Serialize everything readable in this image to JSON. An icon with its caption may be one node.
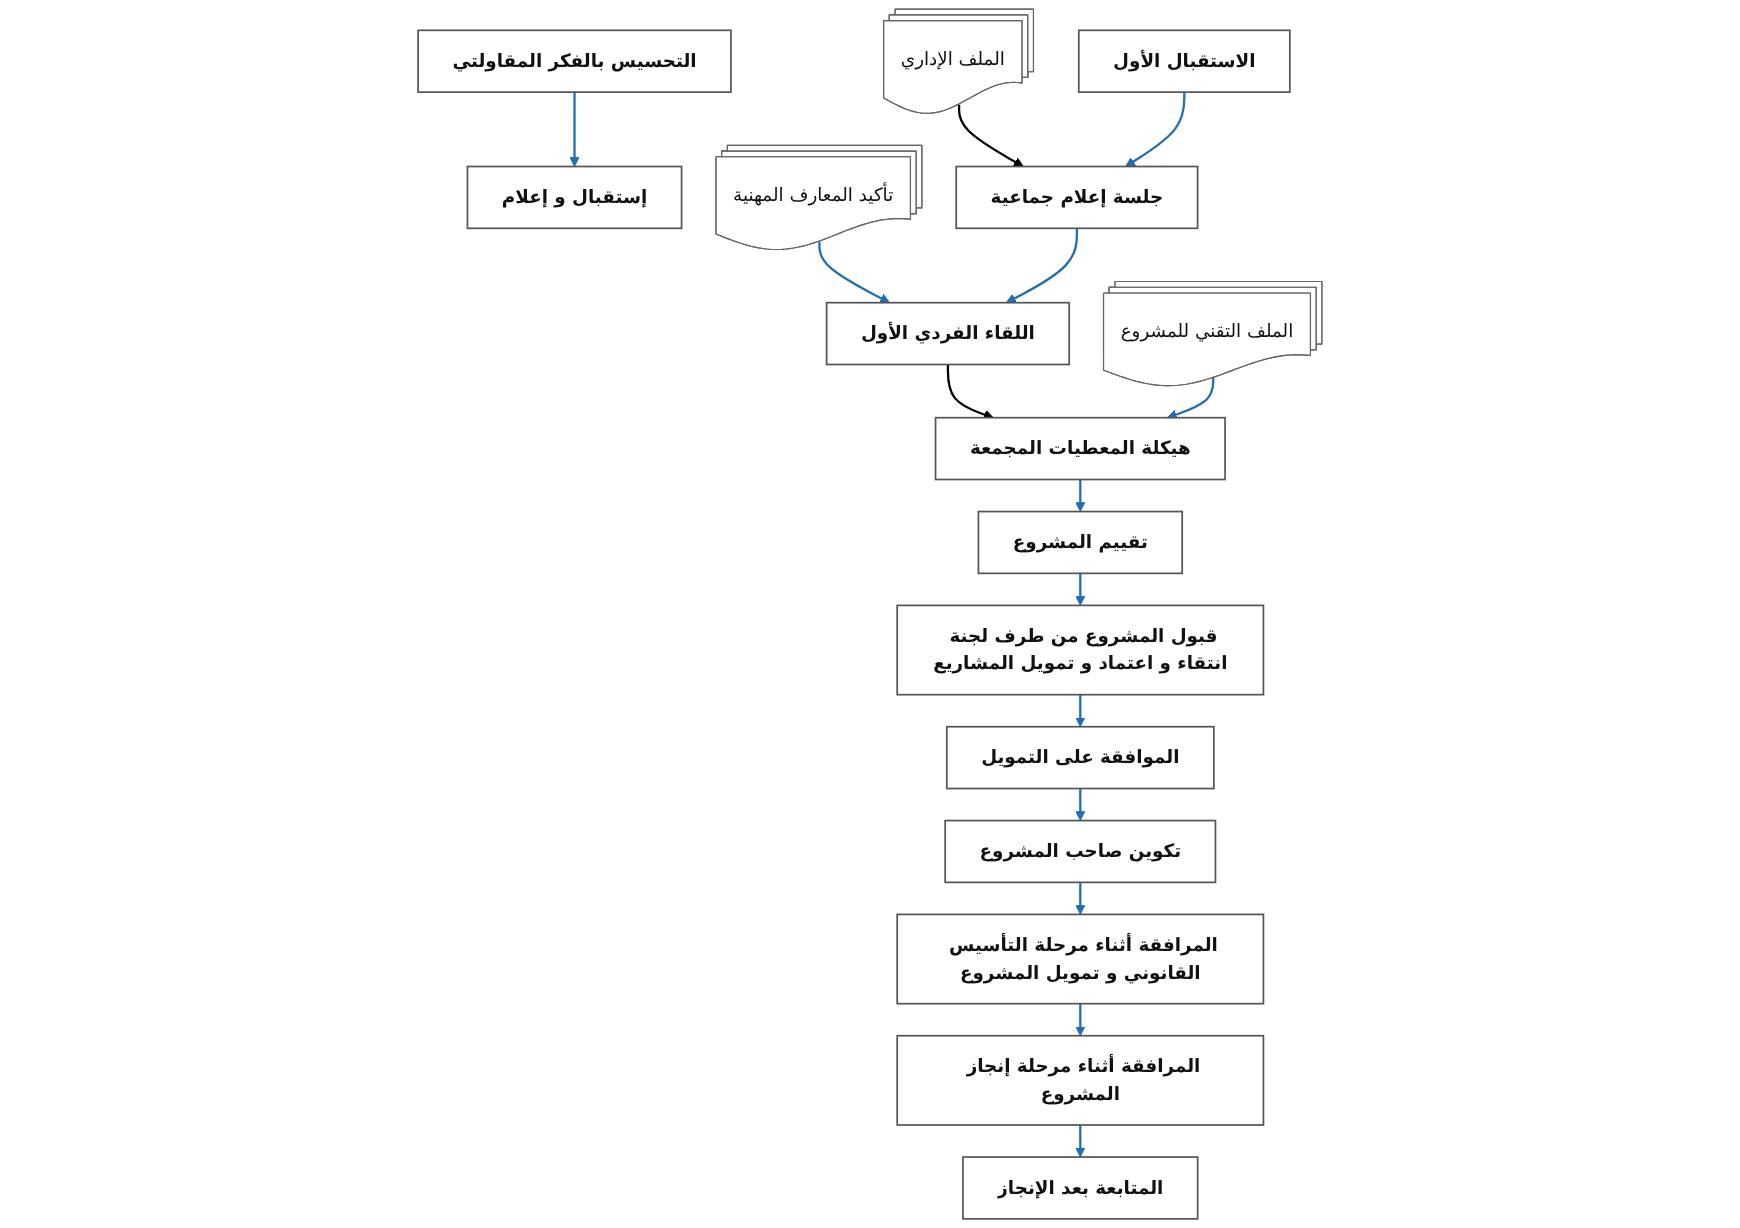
{
  "diagram": {
    "nodes": [
      {
        "text": [
          "التحسيس بالفكر المقاولتي"
        ]
      },
      {
        "text": [
          "إستقبال و إعلام"
        ]
      },
      {
        "text": [
          "الملف الإداري"
        ]
      },
      {
        "text": [
          "تأكيد المعارف المهنية"
        ]
      },
      {
        "text": [
          "اللقاء الفردي الأول"
        ]
      },
      {
        "text": [
          "جلسة إعلام جماعية"
        ]
      },
      {
        "text": [
          "الاستقبال الأول"
        ]
      },
      {
        "text": [
          "هيكلة المعطيات المجمعة"
        ]
      },
      {
        "text": [
          "الملف التقني للمشروع"
        ]
      },
      {
        "text": [
          "تقييم المشروع"
        ]
      },
      {
        "text": [
          "قبول المشروع من طرف لجنة انتقاء و اعتماد و تمويل المشاريع"
        ]
      },
      {
        "text": [
          "الموافقة على التمويل"
        ]
      },
      {
        "text": [
          "تكوين صاحب المشروع"
        ]
      },
      {
        "text": [
          "المرافقة أثناء مرحلة التأسيس القانوني و تمويل المشروع"
        ]
      },
      {
        "text": [
          "المرافقة أثناء مرحلة إنجاز المشروع"
        ]
      },
      {
        "text": [
          "المتابعة بعد الإنجاز"
        ]
      }
    ],
    "edges": [
      {
        "from": 0,
        "to": 1,
        "arrow": "to"
      },
      {
        "from": 2,
        "to": 5,
        "arrow": "to",
        "color": "#000000"
      },
      {
        "from": 3,
        "to": 4,
        "arrow": "to"
      },
      {
        "from": 6,
        "to": 5,
        "arrow": "to"
      },
      {
        "from": 5,
        "to": 4,
        "arrow": "to"
      },
      {
        "from": 4,
        "to": 7,
        "arrow": "to",
        "color": "#000000"
      },
      {
        "from": 8,
        "to": 7,
        "arrow": "to"
      },
      {
        "from": 7,
        "to": 9,
        "arrow": "to"
      },
      {
        "from": 9,
        "to": 10,
        "arrow": "to"
      },
      {
        "from": 10,
        "to": 11,
        "arrow": "to"
      },
      {
        "from": 11,
        "to": 12,
        "arrow": "to"
      },
      {
        "from": 12,
        "to": 13,
        "arrow": "to"
      },
      {
        "from": 13,
        "to": 14,
        "arrow": "to"
      },
      {
        "from": 14,
        "to": 15,
        "arrow": "to"
      }
    ]
  }
}
